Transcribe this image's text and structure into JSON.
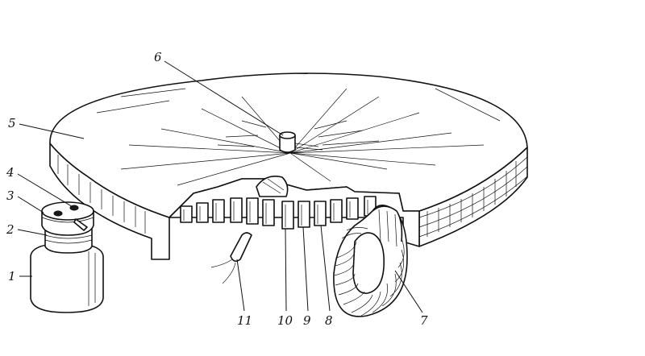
{
  "diagram": {
    "labels": {
      "l1": "1",
      "l2": "2",
      "l3": "3",
      "l4": "4",
      "l5": "5",
      "l6": "6",
      "l7": "7",
      "l8": "8",
      "l9": "9",
      "l10": "10",
      "l11": "11"
    },
    "colors": {
      "ink": "#111111",
      "paper": "#ffffff"
    }
  }
}
